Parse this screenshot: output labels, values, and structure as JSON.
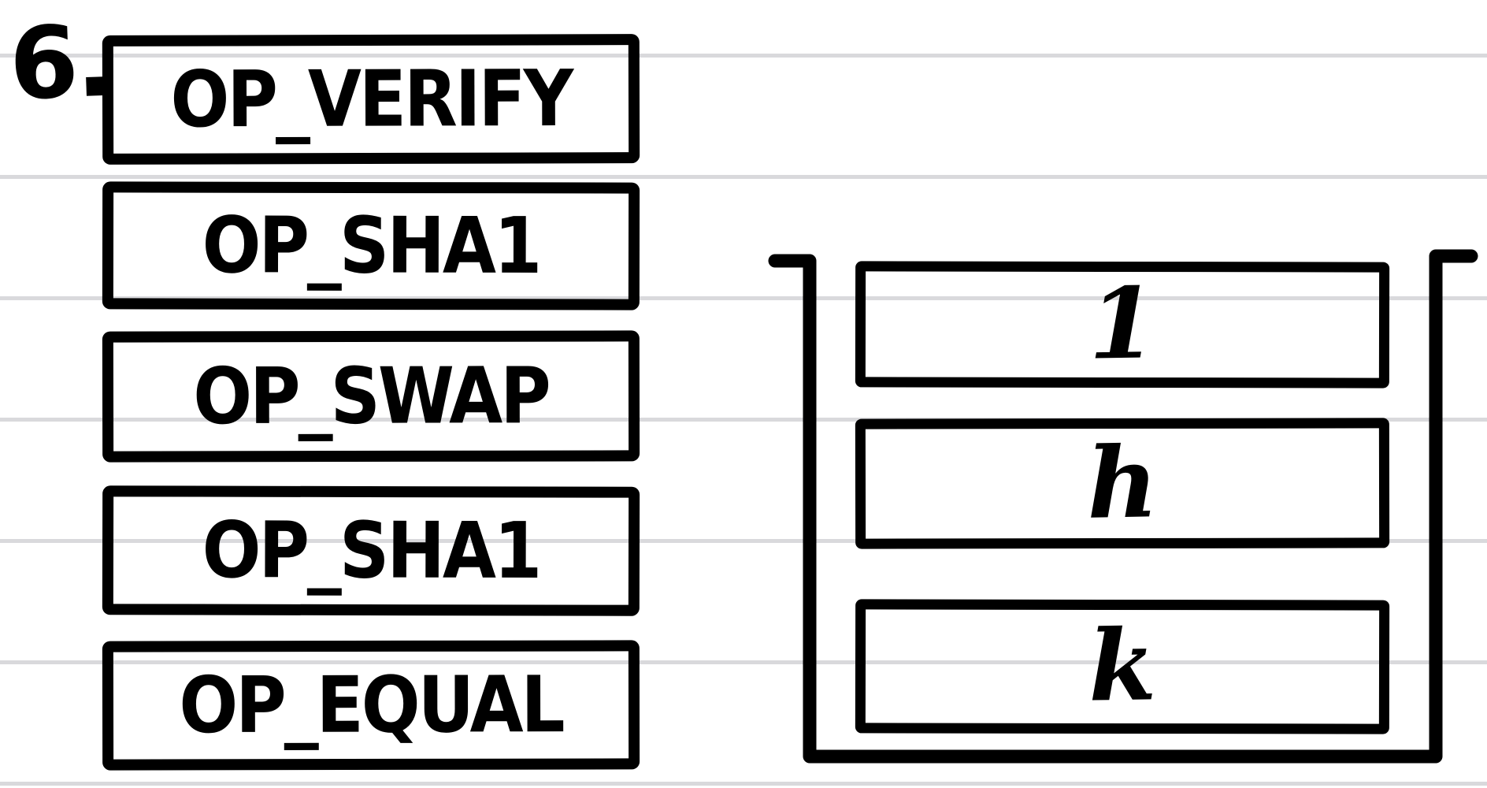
{
  "page": {
    "background_color": "#ffffff",
    "ruled_line_color": "#d9d9dc",
    "ink_color": "#000000"
  },
  "step_label": "6.",
  "script": {
    "description": "bitcoin-script-opcode-sequence",
    "ops": [
      {
        "label": "OP_VERIFY"
      },
      {
        "label": "OP_SHA1"
      },
      {
        "label": "OP_SWAP"
      },
      {
        "label": "OP_SHA1"
      },
      {
        "label": "OP_EQUAL"
      }
    ]
  },
  "stack": {
    "description": "execution-stack-top-to-bottom",
    "items": [
      {
        "label": "1"
      },
      {
        "label": "h"
      },
      {
        "label": "k"
      }
    ]
  }
}
